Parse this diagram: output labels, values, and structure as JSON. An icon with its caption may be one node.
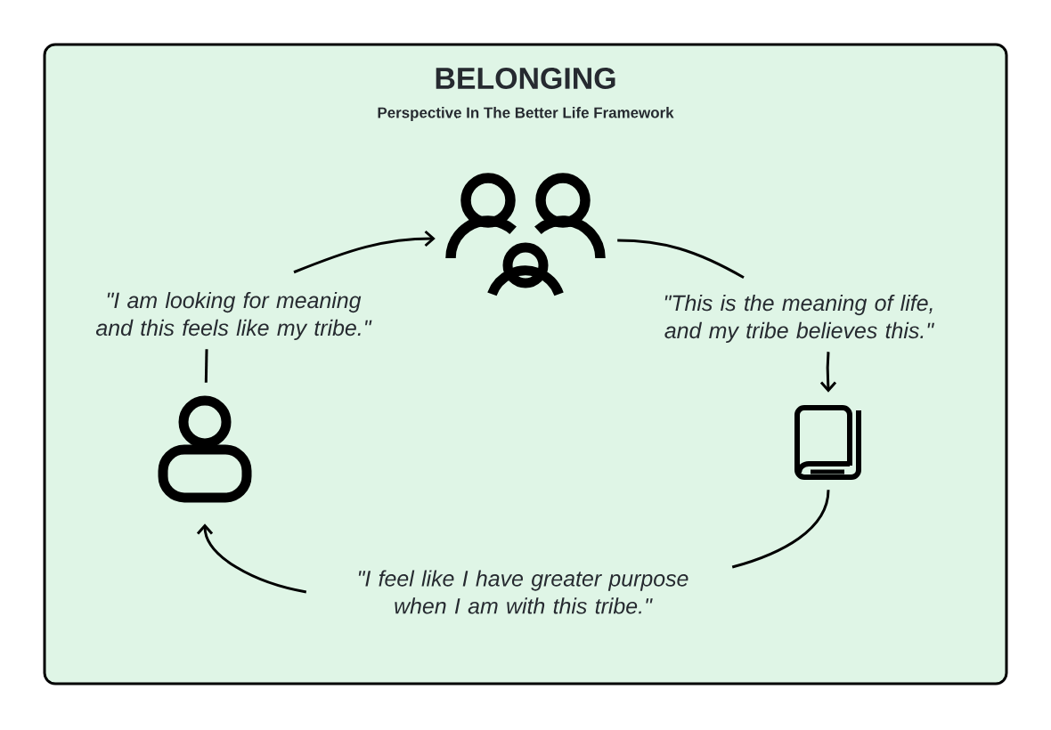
{
  "diagram": {
    "title": "BELONGING",
    "nodes": [
      {
        "text": [],
        "shape": "person"
      },
      {
        "text": [
          "\"I am looking for meaning and this feels like my tribe.\""
        ]
      },
      {
        "text": [],
        "shape": "person"
      },
      {
        "text": [
          "\"This is the meaning of life, and my tribe believes this.\""
        ]
      },
      {
        "text": [],
        "shape": "book"
      },
      {
        "text": [
          "\"I feel like I have greater purpose when I am with this tribe.\""
        ]
      }
    ],
    "edges": [
      {
        "from": 0,
        "to": 1,
        "arrow": "none"
      },
      {
        "from": 1,
        "to": 2,
        "arrow": "to"
      },
      {
        "from": 2,
        "to": 3,
        "arrow": "none"
      },
      {
        "from": 3,
        "to": 4,
        "arrow": "to"
      },
      {
        "from": 4,
        "to": 5,
        "arrow": "none"
      },
      {
        "from": 5,
        "to": 0,
        "arrow": "to"
      }
    ],
    "labels": [
      "Perspective In The Better Life Framework"
    ]
  }
}
